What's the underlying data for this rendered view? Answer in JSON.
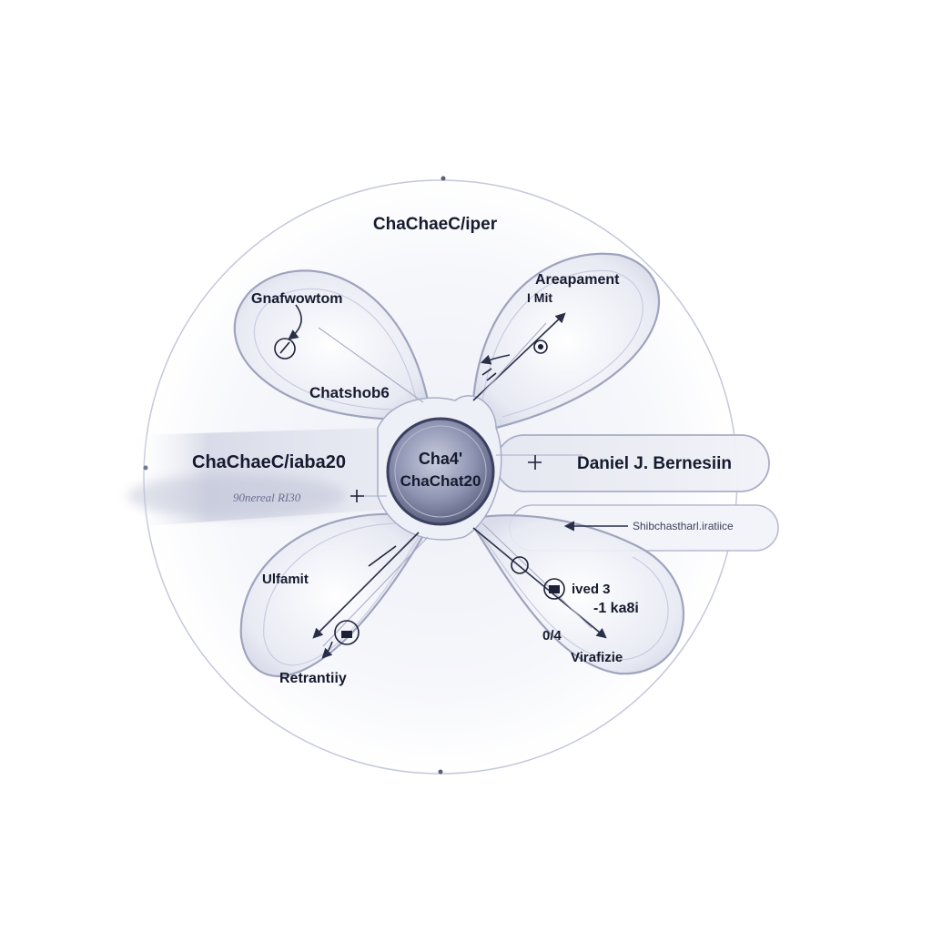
{
  "diagram": {
    "top_label": "ChaChaeC/iper",
    "center": {
      "line1": "Cha4'",
      "line2": "ChaChat20"
    },
    "left_label": "ChaChaeC/iaba20",
    "left_sublabel": "90nereal RI30",
    "right_label": "Daniel J. Bernesiin",
    "right_sublabel": "Shibchastharl.iratiice",
    "petal_tl": {
      "title": "Gnafwowtom",
      "caption": "Chatshob6"
    },
    "petal_tr": {
      "title": "Areapament",
      "sub": "I Mit"
    },
    "petal_bl": {
      "title": "Ulfamit",
      "caption": "Retrantiiy"
    },
    "petal_br": {
      "line1": "ived 3",
      "line2": "-1 ka8i",
      "line3": "0/4",
      "caption": "Virafizie"
    },
    "colors": {
      "outline": "#9fa3bd",
      "text": "#161a2e",
      "center_fill": "#6f7696",
      "accent": "#1d2138"
    },
    "icons": [
      "gear-icon",
      "target-icon",
      "arrow-icon",
      "lock-icon"
    ]
  }
}
